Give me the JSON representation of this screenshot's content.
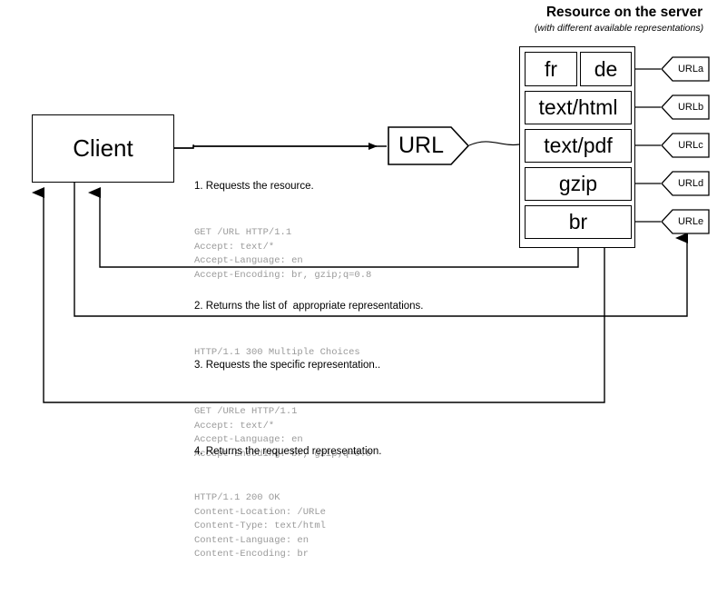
{
  "server": {
    "title": "Resource on the server",
    "subtitle": "(with different available representations)",
    "representations": [
      {
        "id": "fr",
        "label": "fr"
      },
      {
        "id": "de",
        "label": "de"
      },
      {
        "id": "text-html",
        "label": "text/html"
      },
      {
        "id": "text-pdf",
        "label": "text/pdf"
      },
      {
        "id": "gzip",
        "label": "gzip"
      },
      {
        "id": "br",
        "label": "br"
      }
    ],
    "urls": [
      {
        "id": "urla",
        "label": "URLa"
      },
      {
        "id": "urlb",
        "label": "URLb"
      },
      {
        "id": "urlc",
        "label": "URLc"
      },
      {
        "id": "urld",
        "label": "URLd"
      },
      {
        "id": "urle",
        "label": "URLe"
      }
    ]
  },
  "client": {
    "label": "Client"
  },
  "url_node": {
    "label": "URL"
  },
  "steps": [
    {
      "id": "step-1-request-resource",
      "title": "1. Requests the resource.",
      "http": "GET /URL HTTP/1.1\nAccept: text/*\nAccept-Language: en\nAccept-Encoding: br, gzip;q=0.8"
    },
    {
      "id": "step-2-returns-list",
      "title": "2. Returns the list of  appropriate representations.",
      "http": "HTTP/1.1 300 Multiple Choices"
    },
    {
      "id": "step-3-request-specific",
      "title": "3. Requests the specific representation..",
      "http": "GET /URLe HTTP/1.1\nAccept: text/*\nAccept-Language: en\nAccept-Encoding: br, gzip;q=0.8"
    },
    {
      "id": "step-4-returns-requested",
      "title": "4. Returns the requested representation.",
      "http": "HTTP/1.1 200 OK\nContent-Location: /URLe\nContent-Type: text/html\nContent-Language: en\nContent-Encoding: br"
    }
  ],
  "colors": {
    "stroke": "#000000",
    "background": "#ffffff",
    "http_text": "#9a9a9a"
  }
}
